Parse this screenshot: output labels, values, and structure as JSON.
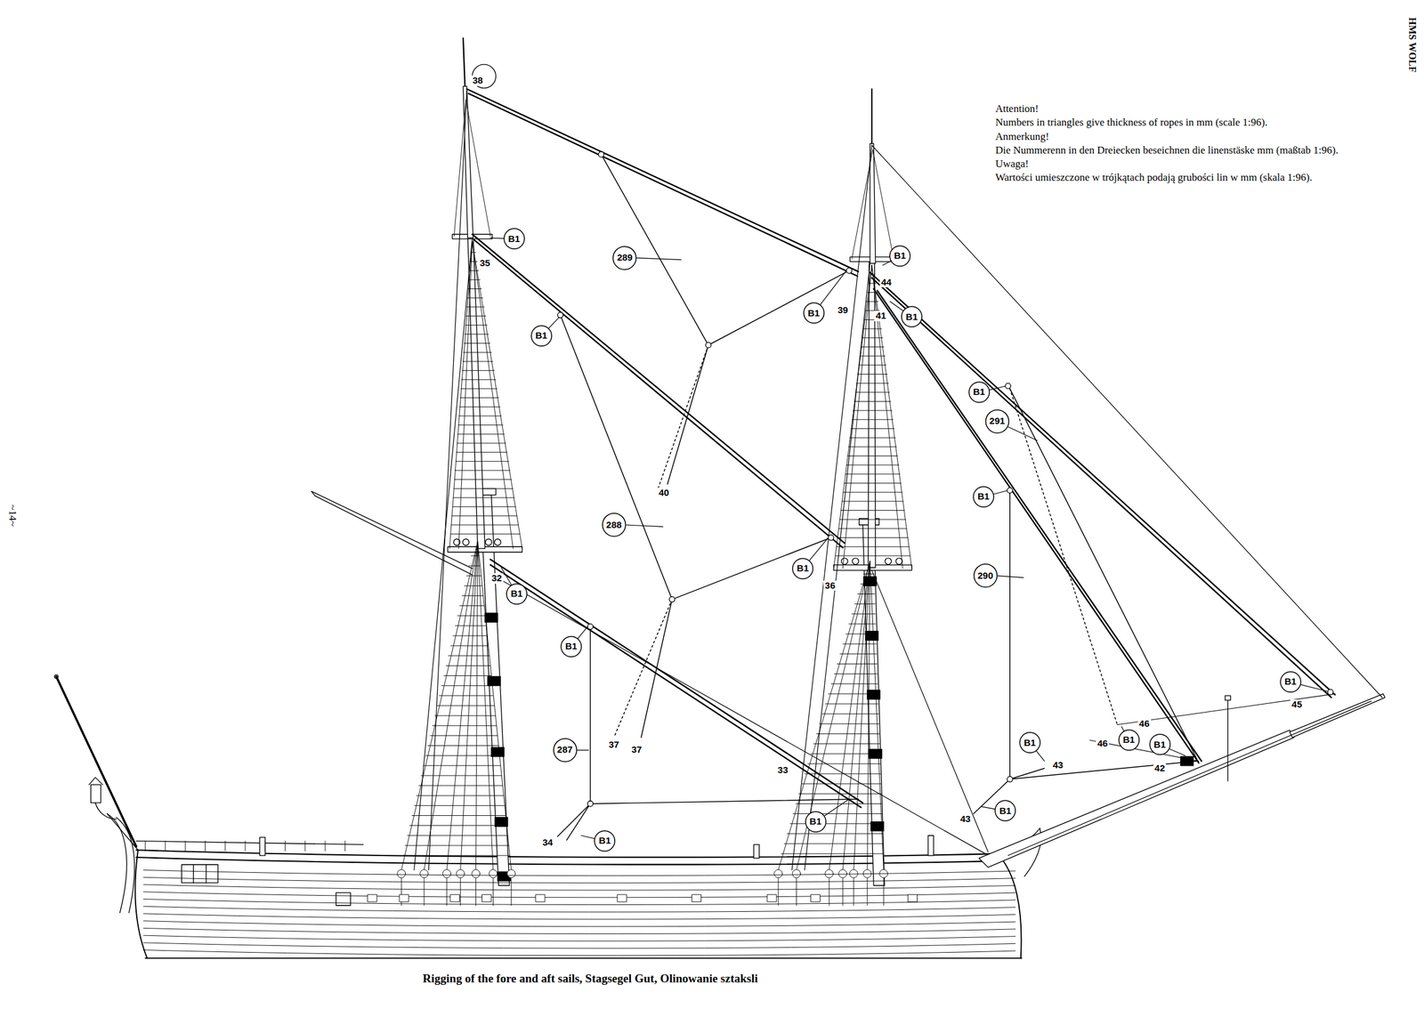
{
  "diagram": {
    "caption": "Rigging of the fore and aft sails, Stagsegel Gut, Olinowanie sztaksli",
    "nodes": [
      {
        "text": [
          "B1"
        ]
      },
      {
        "text": [
          "B1"
        ]
      },
      {
        "text": [
          "289"
        ]
      },
      {
        "text": [
          "B1"
        ]
      },
      {
        "text": [
          "B1"
        ]
      },
      {
        "text": [
          "B1"
        ]
      },
      {
        "text": [
          "B1"
        ]
      },
      {
        "text": [
          "291"
        ]
      },
      {
        "text": [
          "B1"
        ]
      },
      {
        "text": [
          "288"
        ]
      },
      {
        "text": [
          "B1"
        ]
      },
      {
        "text": [
          "290"
        ]
      },
      {
        "text": [
          "B1"
        ]
      },
      {
        "text": [
          "B1"
        ]
      },
      {
        "text": [
          "B1"
        ]
      },
      {
        "text": [
          "B1"
        ]
      },
      {
        "text": [
          "B1"
        ]
      },
      {
        "text": [
          "B1"
        ]
      },
      {
        "text": [
          "287"
        ]
      },
      {
        "text": [
          "B1"
        ]
      },
      {
        "text": [
          "B1"
        ]
      },
      {
        "text": [
          "B1"
        ]
      }
    ],
    "labels": [
      "HMS WOLF",
      "~14~",
      "Attention!",
      "Numbers in triangles give thickness of ropes in mm (scale 1:96).",
      "Anmerkung!",
      "Die Nummerenn in den Dreiecken beseichnen die linenstäske mm (maßtab 1:96).",
      "Uwaga!",
      "Wartości umieszczone w trójkątach podają grubości lin w mm (skala 1:96).",
      "38",
      "35",
      "44",
      "39",
      "41",
      "40",
      "32",
      "36",
      "46",
      "45",
      "37",
      "37",
      "46",
      "43",
      "42",
      "33",
      "43",
      "34"
    ]
  }
}
